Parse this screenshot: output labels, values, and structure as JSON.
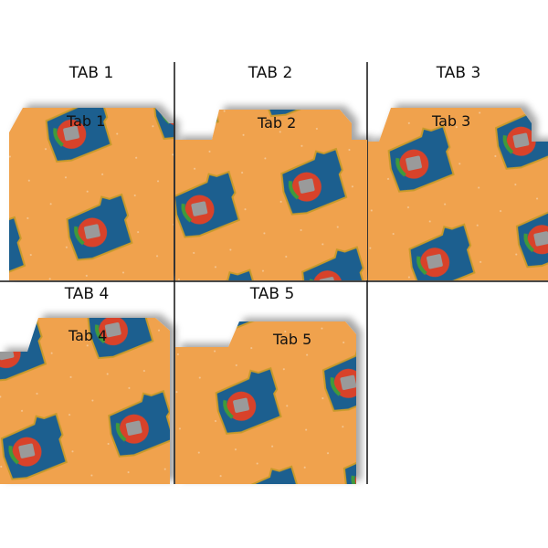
{
  "panels": [
    {
      "caption": "TAB 1",
      "tab_label": "Tab 1"
    },
    {
      "caption": "TAB 2",
      "tab_label": "Tab 2"
    },
    {
      "caption": "TAB 3",
      "tab_label": "Tab 3"
    },
    {
      "caption": "TAB 4",
      "tab_label": "Tab 4"
    },
    {
      "caption": "TAB 5",
      "tab_label": "Tab 5"
    }
  ],
  "colors": {
    "paper": "#f0a24e",
    "shape": "#1f5f8f",
    "outline": "#c89a2a",
    "circle": "#d8422a"
  }
}
